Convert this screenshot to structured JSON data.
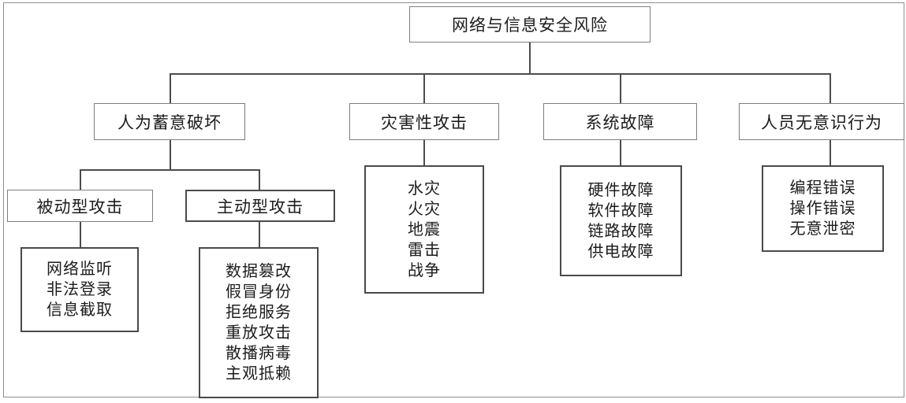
{
  "diagram": {
    "title": "网络与信息安全风险",
    "type": "tree-org-chart",
    "root": {
      "label": "网络与信息安全风险"
    },
    "branches": [
      {
        "id": "human-malicious",
        "label": "人为蓄意破坏",
        "children": [
          {
            "id": "passive-attack",
            "label": "被动型攻击",
            "items": [
              "网络监听",
              "非法登录",
              "信息截取"
            ]
          },
          {
            "id": "active-attack",
            "label": "主动型攻击",
            "items": [
              "数据篡改",
              "假冒身份",
              "拒绝服务",
              "重放攻击",
              "散播病毒",
              "主观抵赖"
            ]
          }
        ]
      },
      {
        "id": "disaster-attack",
        "label": "灾害性攻击",
        "items": [
          "水灾",
          "火灾",
          "地震",
          "雷击",
          "战争"
        ]
      },
      {
        "id": "system-failure",
        "label": "系统故障",
        "items": [
          "硬件故障",
          "软件故障",
          "链路故障",
          "供电故障"
        ]
      },
      {
        "id": "human-unintentional",
        "label": "人员无意识行为",
        "items": [
          "编程错误",
          "操作错误",
          "无意泄密"
        ]
      }
    ]
  },
  "colors": {
    "box_border": "#7e7e7e",
    "box_border_strong": "#4a4a4a",
    "connector": "#4c4c4c",
    "text": "#1c1c1c",
    "background": "#ffffff",
    "frame": "#8f8f8f"
  }
}
